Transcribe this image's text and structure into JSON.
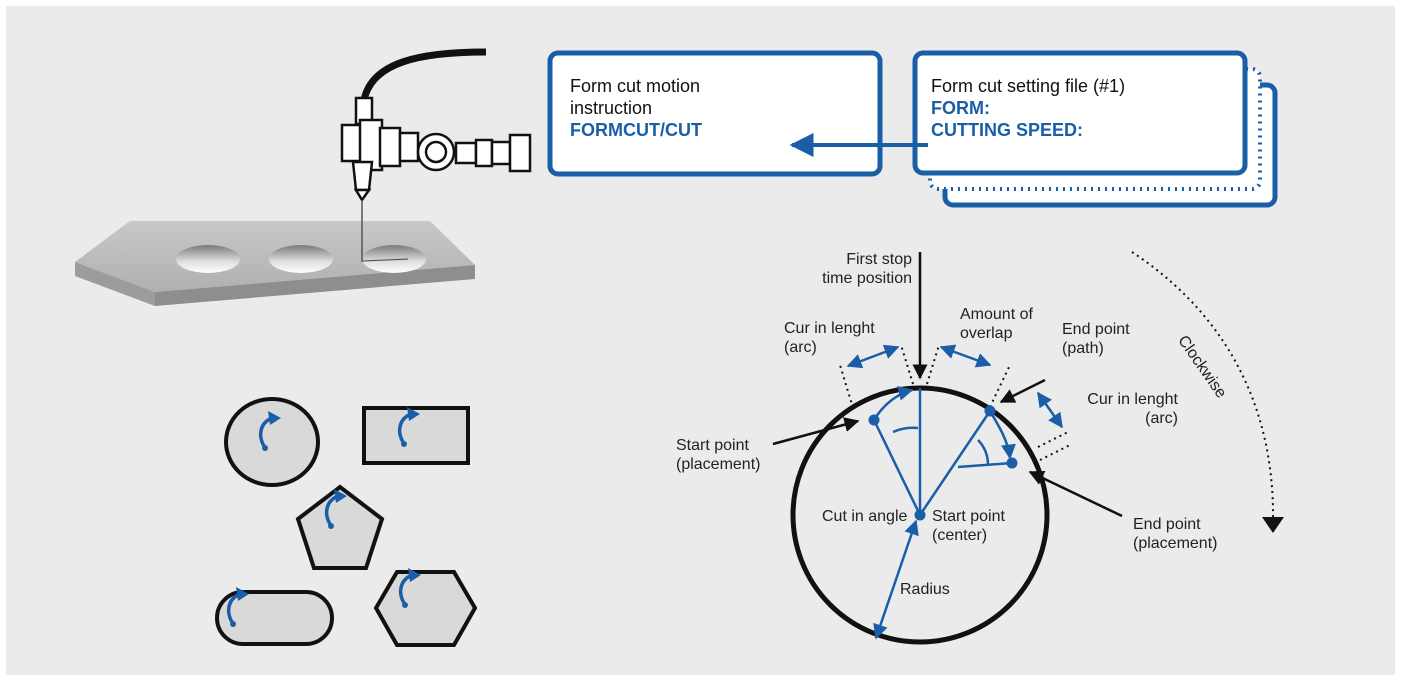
{
  "motion_box": {
    "line1": "Form cut motion",
    "line2": "instruction",
    "code": "FORMCUT/CUT"
  },
  "setting_box": {
    "line1": "Form cut setting file (#1)",
    "form": "FORM:",
    "speed": "CUTTING SPEED:"
  },
  "labels": {
    "first_stop_1": "First stop",
    "first_stop_2": "time position",
    "overlap_1": "Amount of",
    "overlap_2": "overlap",
    "cut_len_left_1": "Cur in lenght",
    "cut_len_left_2": "(arc)",
    "end_path_1": "End point",
    "end_path_2": "(path)",
    "cut_len_right_1": "Cur in lenght",
    "cut_len_right_2": "(arc)",
    "start_place_1": "Start point",
    "start_place_2": "(placement)",
    "cut_in_angle": "Cut in angle",
    "start_center_1": "Start point",
    "start_center_2": "(center)",
    "end_place_1": "End point",
    "end_place_2": "(placement)",
    "radius": "Radius",
    "clockwise": "Clockwise"
  },
  "colors": {
    "accent_blue": "#1a5ea8",
    "panel_gray": "#ebebeb",
    "shape_fill": "#d9d9d9"
  }
}
